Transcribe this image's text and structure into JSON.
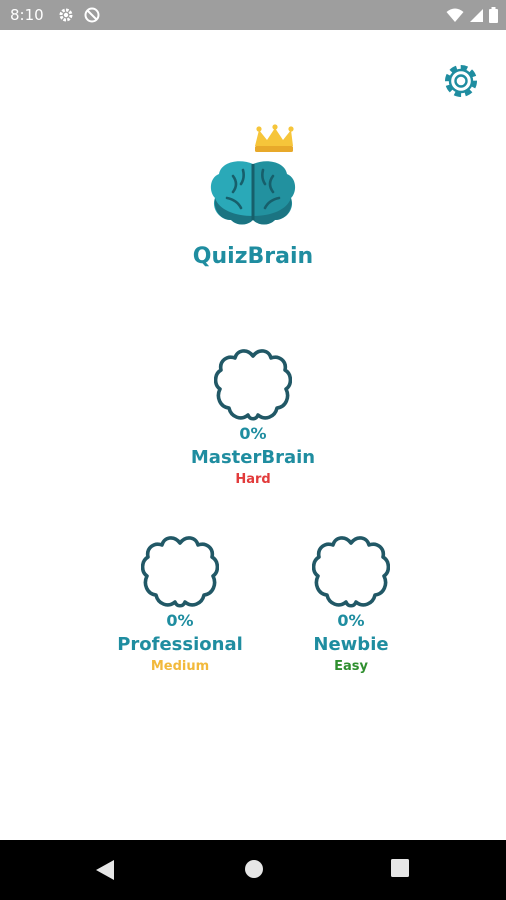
{
  "status_bar": {
    "time": "8:10"
  },
  "app": {
    "title": "QuizBrain"
  },
  "colors": {
    "accent": "#1f8da0",
    "hard": "#e23b3b",
    "medium": "#f2b93b",
    "easy": "#2f8f2f",
    "brain_outline": "#215866"
  },
  "levels": [
    {
      "percent": "0%",
      "name": "MasterBrain",
      "difficulty": "Hard"
    },
    {
      "percent": "0%",
      "name": "Professional",
      "difficulty": "Medium"
    },
    {
      "percent": "0%",
      "name": "Newbie",
      "difficulty": "Easy"
    }
  ],
  "icons": {
    "settings": "gear-icon",
    "logo": "brain-crown-icon",
    "level": "brain-outline-icon",
    "nav": [
      "back-icon",
      "home-icon",
      "recents-icon"
    ]
  }
}
